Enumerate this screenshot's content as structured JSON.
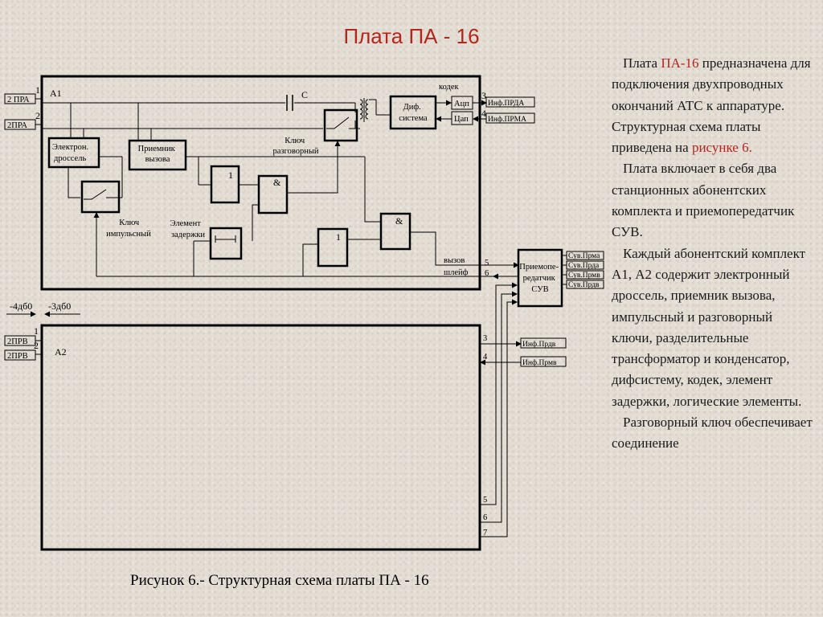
{
  "slide": {
    "title": "Плата ПА - 16",
    "caption": "Рисунок 6.- Структурная схема платы ПА - 16"
  },
  "description": {
    "p1_before": "Плата ",
    "p1_board": "ПА-16",
    "p1_mid": " предназначена для подключения двухпроводных окончаний АТС к аппаратуре. Структурная схема платы приведена на ",
    "p1_ref": "рисунке 6.",
    "p2": "Плата включает в себя два станционных абонентских комплекта и приемопередатчик СУВ.",
    "p3": "Каждый абонентский комплект А1, А2 содержит электронный дроссель, приемник вызова, импульсный и разговорный ключи, разделительные трансформатор и конденсатор, дифсистему, кодек, элемент задержки, логические элементы.",
    "p4": "Разговорный ключ обеспечивает соединение"
  },
  "diagram": {
    "a1": {
      "label": "А1",
      "capacitor": "С",
      "codec": "кодек",
      "diff_system": "Диф.\nсистема",
      "adc": "Ацп",
      "dac": "Цап",
      "inductor": "Электрон.\nдроссель",
      "call_receiver": "Приемник\nвызова",
      "speech_key": "Ключ\nразговорный",
      "pulse_key": "Ключ\nимпульсный",
      "delay_element": "Элемент\nзадержки",
      "gate_one": "1",
      "gate_and": "&",
      "call_label": "вызов",
      "loop_label": "шлейф"
    },
    "a2": {
      "label": "А2"
    },
    "transceiver": "Приемопе-\nредатчик\nСУВ",
    "left_terminals": {
      "a1_pin1": "2 ПРА",
      "a1_pin2": "2ПРА",
      "a2_pin1": "2ПРВ",
      "a2_pin2": "2ПРВ"
    },
    "right_outputs": {
      "a1_tx": "Инф.ПРДА",
      "a1_rx": "Инф.ПРМА",
      "a2_tx": "Инф.Прдв",
      "a2_rx": "Инф.Прмв"
    },
    "suv_outputs": [
      "Сув.Прма",
      "Сув.Прда",
      "Сув.Прмв",
      "Сув.Прдв"
    ],
    "levels": {
      "in": "-4дб0",
      "out": "-3дб0"
    },
    "pin_numbers": {
      "p1": "1",
      "p2": "2",
      "p3": "3",
      "p4": "4",
      "p5": "5",
      "p6": "6",
      "p7": "7"
    }
  }
}
